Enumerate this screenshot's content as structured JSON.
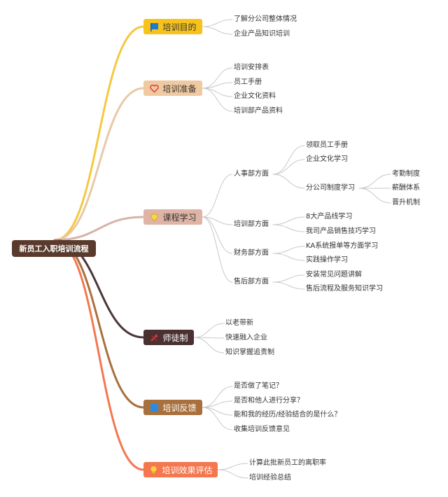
{
  "root": {
    "label": "新员工入职培训流程",
    "color": "#5a3a2c"
  },
  "branches": [
    {
      "label": "培训目的",
      "icon": "flag-icon",
      "bg": "#f7c21b",
      "fg": "#333333",
      "line": "#f5c840",
      "items": [
        "了解分公司整体情况",
        "企业产品知识培训"
      ]
    },
    {
      "label": "培训准备",
      "icon": "heart-icon",
      "bg": "#f0c9a0",
      "fg": "#333333",
      "line": "#e8c9a6",
      "items": [
        "培训安排表",
        "员工手册",
        "企业文化资料",
        "培训部产品资料"
      ]
    },
    {
      "label": "课程学习",
      "icon": "diamond-icon",
      "bg": "#dfb4a6",
      "fg": "#333333",
      "line": "#d6b3a9",
      "groups": [
        {
          "label": "人事部方面",
          "items": [
            {
              "label": "领取员工手册"
            },
            {
              "label": "企业文化学习"
            },
            {
              "label": "分公司制度学习",
              "items": [
                "考勤制度",
                "薪酬体系",
                "晋升机制"
              ]
            }
          ]
        },
        {
          "label": "培训部方面",
          "items": [
            {
              "label": "8大产品线学习"
            },
            {
              "label": "我司产品销售技巧学习"
            }
          ]
        },
        {
          "label": "财务部方面",
          "items": [
            {
              "label": "KA系统报单等方面学习"
            },
            {
              "label": "实践操作学习"
            }
          ]
        },
        {
          "label": "售后部方面",
          "items": [
            {
              "label": "安装常见问题讲解"
            },
            {
              "label": "售后流程及服务知识学习"
            }
          ]
        }
      ]
    },
    {
      "label": "师徒制",
      "icon": "tools-icon",
      "bg": "#4a3030",
      "fg": "#ffffff",
      "line": "#4a3737",
      "items": [
        "以老带新",
        "快速融入企业",
        "知识掌握追责制"
      ]
    },
    {
      "label": "培训反馈",
      "icon": "square-icon",
      "bg": "#a8703d",
      "fg": "#ffffff",
      "line": "#a8703d",
      "items": [
        "是否做了笔记？",
        "是否和他人进行分享？",
        "能和我的经历/经验结合的是什么？",
        "收集培训反馈意见"
      ]
    },
    {
      "label": "培训效果评估",
      "icon": "lightbulb-icon",
      "bg": "#f4774f",
      "fg": "#ffffff",
      "line": "#f4774f",
      "items": [
        "计算此批新员工的离职率",
        "培训经验总结"
      ]
    }
  ]
}
